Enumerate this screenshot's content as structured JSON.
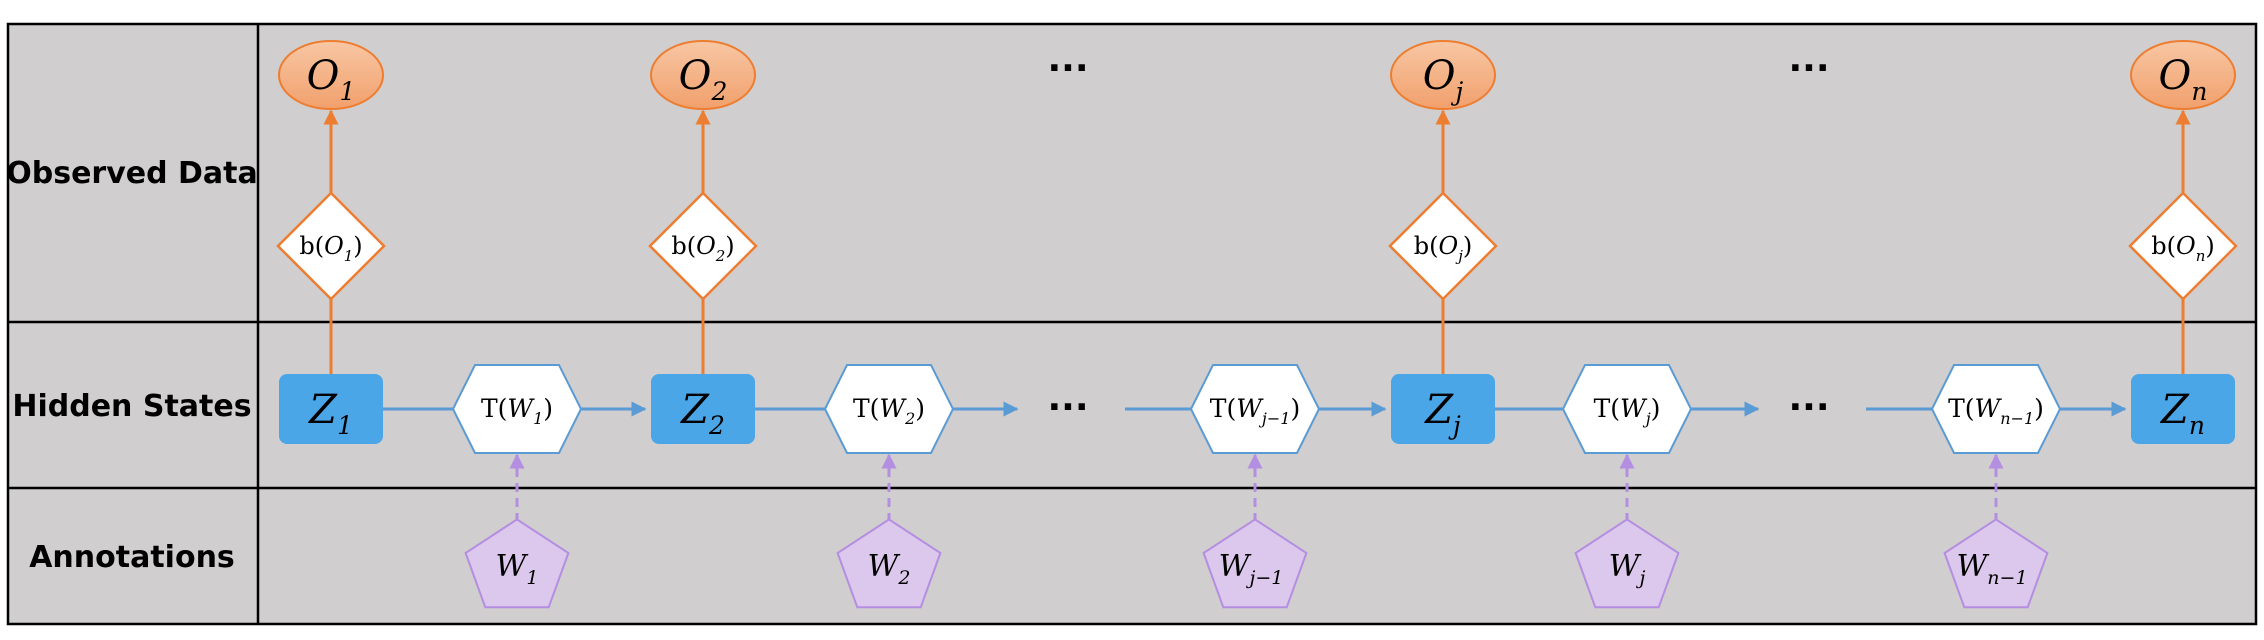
{
  "rows": {
    "observed": "Observed Data",
    "hidden": "Hidden States",
    "annotations": "Annotations"
  },
  "ellipsis": "···",
  "observations": [
    {
      "base": "O",
      "sub": "1"
    },
    {
      "base": "O",
      "sub": "2"
    },
    {
      "base": "O",
      "sub": "j"
    },
    {
      "base": "O",
      "sub": "n"
    }
  ],
  "emissions": [
    {
      "pre": "b(",
      "base": "O",
      "sub": "1",
      "post": ")"
    },
    {
      "pre": "b(",
      "base": "O",
      "sub": "2",
      "post": ")"
    },
    {
      "pre": "b(",
      "base": "O",
      "sub": "j",
      "post": ")"
    },
    {
      "pre": "b(",
      "base": "O",
      "sub": "n",
      "post": ")"
    }
  ],
  "hidden_states": [
    {
      "base": "Z",
      "sub": "1"
    },
    {
      "base": "Z",
      "sub": "2"
    },
    {
      "base": "Z",
      "sub": "j"
    },
    {
      "base": "Z",
      "sub": "n"
    }
  ],
  "transitions": [
    {
      "pre": "T(",
      "base": "W",
      "sub": "1",
      "post": ")"
    },
    {
      "pre": "T(",
      "base": "W",
      "sub": "2",
      "post": ")"
    },
    {
      "pre": "T(",
      "base": "W",
      "sub": "j−1",
      "post": ")"
    },
    {
      "pre": "T(",
      "base": "W",
      "sub": "j",
      "post": ")"
    },
    {
      "pre": "T(",
      "base": "W",
      "sub": "n−1",
      "post": ")"
    }
  ],
  "annotations": [
    {
      "base": "W",
      "sub": "1"
    },
    {
      "base": "W",
      "sub": "2"
    },
    {
      "base": "W",
      "sub": "j−1"
    },
    {
      "base": "W",
      "sub": "j"
    },
    {
      "base": "W",
      "sub": "n−1"
    }
  ],
  "colors": {
    "background": "#d0cece",
    "observation_fill": "#f4b183",
    "observation_stroke": "#ed7d31",
    "emission_stroke": "#ed7d31",
    "state_fill": "#4ba6e8",
    "transition_stroke": "#5b9bd5",
    "annotation_fill": "#dcc8ec",
    "annotation_stroke": "#b48ee0",
    "emission_arrow": "#ed7d31",
    "chain_arrow": "#5b9bd5",
    "annotation_arrow": "#b48ee0"
  }
}
